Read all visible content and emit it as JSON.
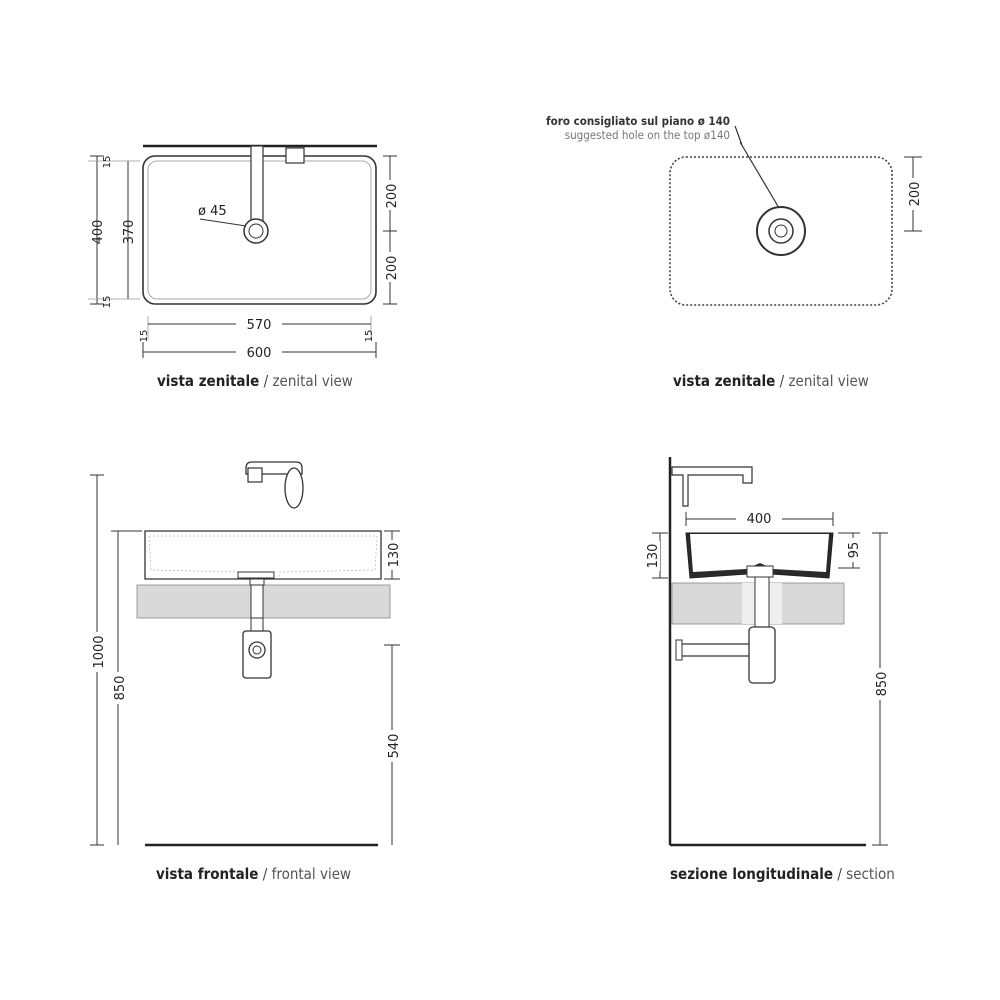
{
  "views": {
    "top_left": {
      "caption_bold": "vista zenitale",
      "caption_sep": "/",
      "caption_en": "zenital view",
      "dims": {
        "d400": "400",
        "d370": "370",
        "d15a": "15",
        "d15b": "15",
        "d200a": "200",
        "d200b": "200",
        "d570": "570",
        "d600": "600",
        "d15c": "15",
        "d15d": "15",
        "hole": "ø 45"
      }
    },
    "top_right": {
      "caption_bold": "vista zenitale",
      "caption_sep": "/",
      "caption_en": "zenital view",
      "note_it": "foro consigliato sul piano ø 140",
      "note_en": "suggested hole on the top ø140",
      "dims": {
        "d200": "200"
      }
    },
    "bottom_left": {
      "caption_bold": "vista frontale",
      "caption_sep": "/",
      "caption_en": "frontal view",
      "dims": {
        "d1000": "1000",
        "d850": "850",
        "d130": "130",
        "d540": "540"
      }
    },
    "bottom_right": {
      "caption_bold": "sezione longitudinale",
      "caption_sep": "/",
      "caption_en": "section",
      "dims": {
        "d400": "400",
        "d130": "130",
        "d95": "95",
        "d850": "850"
      }
    }
  },
  "colors": {
    "line": "#333333",
    "light_line": "#888888",
    "counter": "#d9d9d9",
    "bowl_dark": "#2a2a2a"
  }
}
